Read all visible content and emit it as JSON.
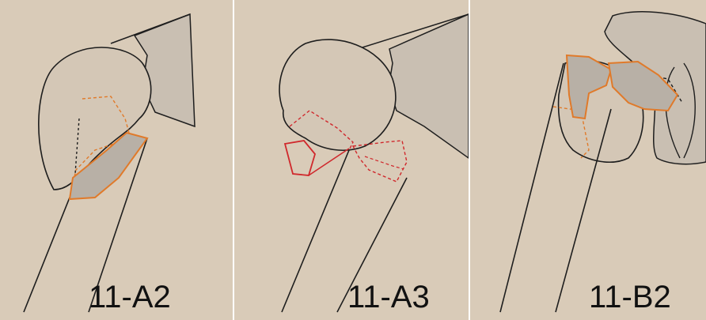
{
  "figure": {
    "panels": [
      {
        "id": "a2",
        "label": "11-A2"
      },
      {
        "id": "a3",
        "label": "11-A3"
      },
      {
        "id": "b2",
        "label": "11-B2"
      }
    ],
    "colors": {
      "paper": "#d9cbb8",
      "bone_outline": "#1e1e1e",
      "fragment_fill": "#b8b0a6",
      "fracture_orange": "#e07a2a",
      "fracture_red": "#d0282c"
    }
  }
}
